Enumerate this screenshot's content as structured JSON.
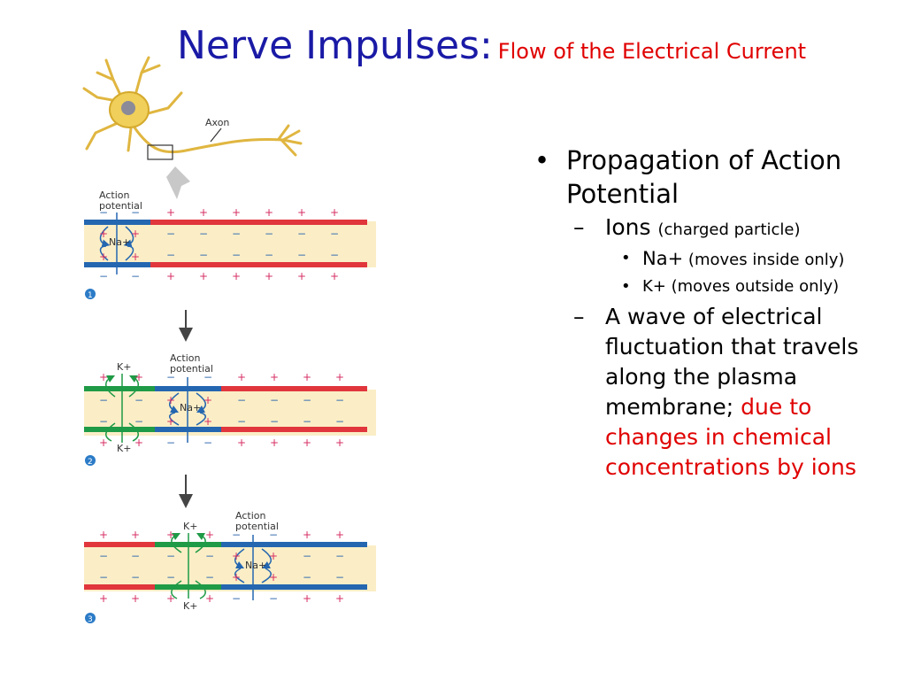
{
  "title": {
    "main": "Nerve Impulses:",
    "sub": "Flow of the Electrical Current"
  },
  "figure": {
    "axon_label": "Axon",
    "action_potential_label": "Action potential",
    "na_label": "Na+",
    "k_label": "K+",
    "step_numbers": [
      "1",
      "2",
      "3"
    ]
  },
  "bullets": {
    "b1": "Propagation of Action Potential",
    "ions_main": "Ions",
    "ions_paren": "(charged particle)",
    "na_sym": "Na+",
    "na_desc": "(moves inside only)",
    "k_line": "K+ (moves outside only)",
    "wave_black": "A wave of electrical fluctuation that travels along the plasma membrane;",
    "wave_red": "due to changes in chemical concentrations by ions"
  },
  "colors": {
    "title_blue": "#1a1aa6",
    "accent_red": "#e00000",
    "membrane_red": "#e0363c",
    "membrane_blue": "#2466b0",
    "membrane_green": "#1f9a46",
    "cytoplasm": "#fbeec6"
  }
}
